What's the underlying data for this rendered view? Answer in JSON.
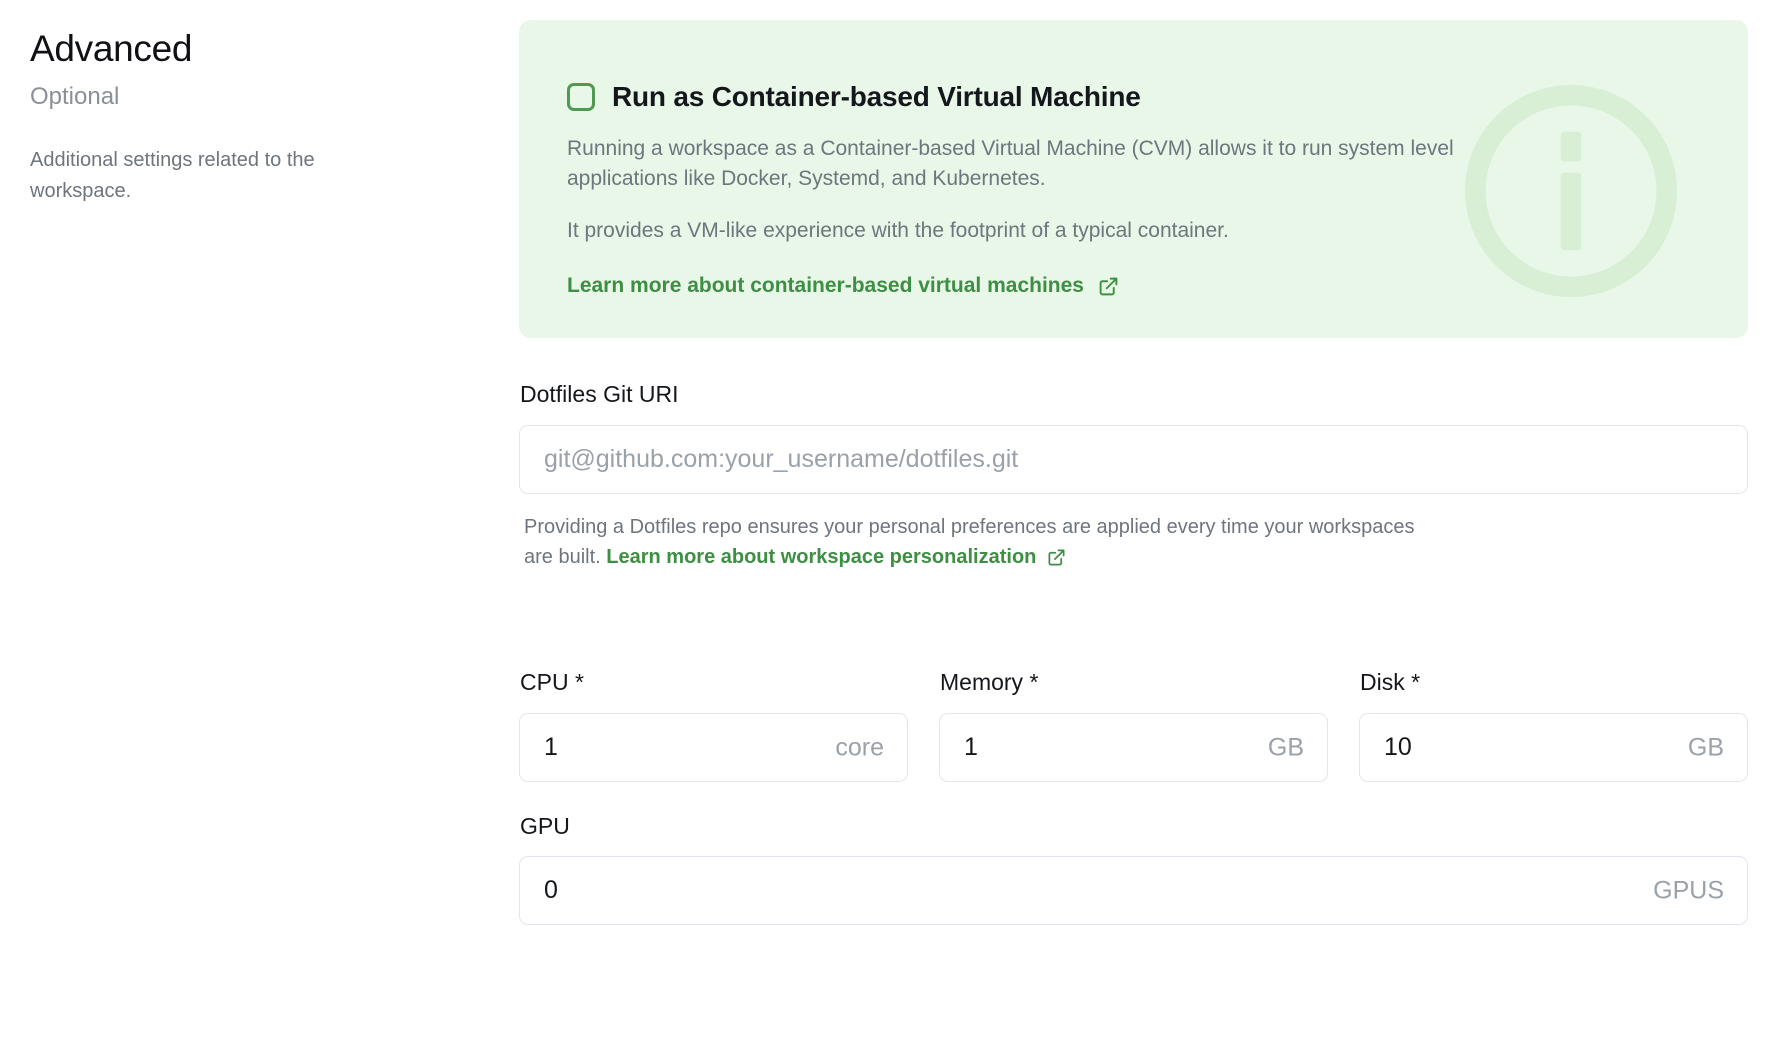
{
  "left": {
    "title": "Advanced",
    "optional": "Optional",
    "description": "Additional settings related to the workspace."
  },
  "cvm_callout": {
    "checkbox_checked": false,
    "title": "Run as Container-based Virtual Machine",
    "paragraph_1": "Running a workspace as a Container-based Virtual Machine (CVM) allows it to run system level applications like Docker, Systemd, and Kubernetes.",
    "paragraph_2": "It provides a VM-like experience with the footprint of a typical container.",
    "link_label": "Learn more about container-based virtual machines",
    "link_icon": "external-link-icon",
    "watermark_icon": "info-circle-icon",
    "background_color": "#e8f7e8",
    "accent_color": "#3e8e43"
  },
  "dotfiles": {
    "label": "Dotfiles Git URI",
    "value": "",
    "placeholder": "git@github.com:your_username/dotfiles.git",
    "helper_text_before": "Providing a Dotfiles repo ensures your personal preferences are applied every time your workspaces are built. ",
    "helper_link_label": "Learn more about workspace personalization",
    "helper_link_icon": "external-link-icon"
  },
  "resources": [
    {
      "label": "CPU *",
      "value": "1",
      "unit": "core",
      "name": "cpu"
    },
    {
      "label": "Memory *",
      "value": "1",
      "unit": "GB",
      "name": "memory"
    },
    {
      "label": "Disk *",
      "value": "10",
      "unit": "GB",
      "name": "disk"
    }
  ],
  "gpu": {
    "label": "GPU",
    "value": "0",
    "unit": "GPUS"
  }
}
